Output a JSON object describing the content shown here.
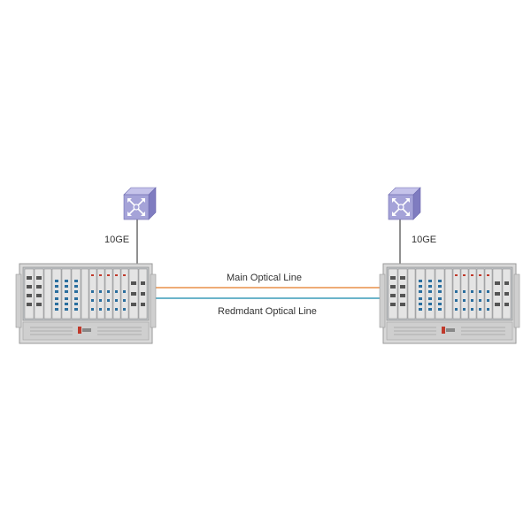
{
  "diagram": {
    "labels": {
      "left_uplink": "10GE",
      "right_uplink": "10GE",
      "main_line": "Main Optical Line",
      "redundant_line": "Redmdant Optical Line"
    },
    "colors": {
      "switch_face": "#a5a3d8",
      "switch_side": "#7f7cc0",
      "main_line": "#e8904a",
      "redundant_line": "#3a9bb8",
      "chassis": "#d8d8d8",
      "card_accent": "#2a6e9e"
    },
    "nodes": [
      {
        "name": "left-switch",
        "icon": "multilayer-switch-icon"
      },
      {
        "name": "right-switch",
        "icon": "multilayer-switch-icon"
      },
      {
        "name": "left-chassis",
        "icon": "otn-chassis-icon"
      },
      {
        "name": "right-chassis",
        "icon": "otn-chassis-icon"
      }
    ]
  }
}
